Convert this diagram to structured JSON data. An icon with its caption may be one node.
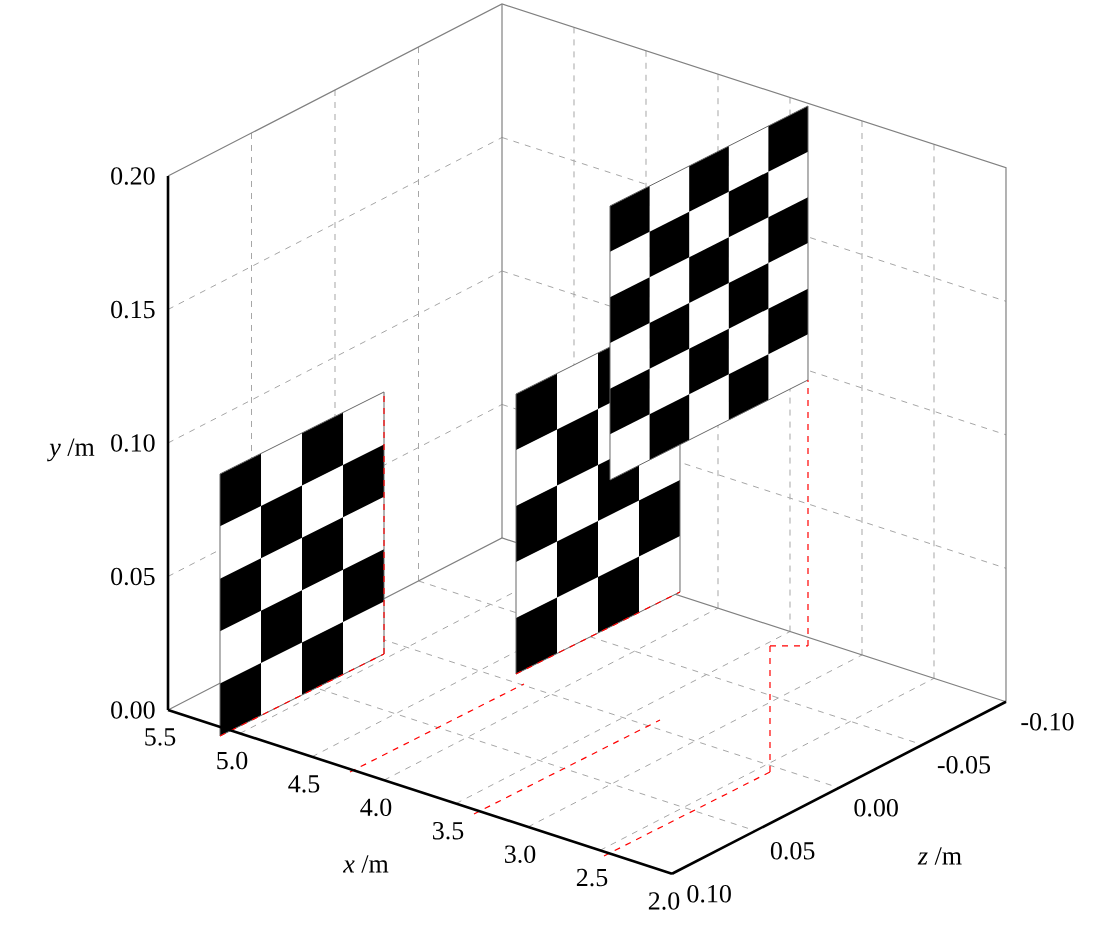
{
  "diagram": {
    "labels": [
      "0.20",
      "0.15",
      "*y* /m",
      "0.10",
      "0.05",
      "0.00",
      "5.5",
      "5.0",
      "4.5",
      "4.0",
      "3.5",
      "3.0",
      "2.5",
      "2.0",
      "*x* /m",
      "-0.10",
      "-0.05",
      "0.00",
      "0.05",
      "0.10",
      "*z* /m"
    ]
  }
}
